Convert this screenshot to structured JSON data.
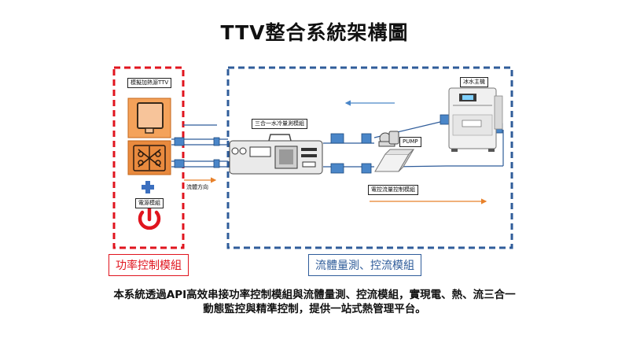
{
  "title": "TTV整合系統架構圖",
  "power_module": {
    "label": "功率控制模組",
    "ttv_label": "模擬加熱源TTV",
    "power_label": "電源模組",
    "color": "#e0141e"
  },
  "fluid_module": {
    "label": "流體量測、控流模組",
    "color": "#2f5c9a"
  },
  "components": {
    "chiller": "冰水主機",
    "meter": "三合一水冷量測模組",
    "pump": "PUMP",
    "flow_ctrl": "電控流量控制模組",
    "flow_dir": "流體方向"
  },
  "caption": {
    "line1": "本系統透過API高效串接功率控制模組與流體量測、控流模組，實現電、熱、流三合一",
    "line2": "動態監控與精準控制，提供一站式熱管理平台。"
  },
  "colors": {
    "pipe_blue": "#4a86c8",
    "arrow_orange": "#e8812a",
    "ttv_orange": "#f4a25a"
  }
}
